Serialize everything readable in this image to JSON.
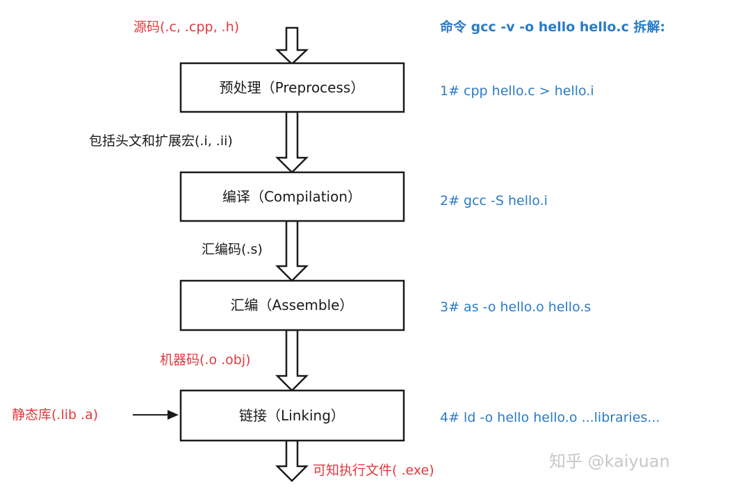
{
  "source_label": "源码(.c, .cpp, .h)",
  "command_title": "命令 gcc -v -o hello hello.c 拆解:",
  "stages": [
    {
      "label": "预处理（Preprocess）",
      "command": "1# cpp hello.c > hello.i"
    },
    {
      "label": "编译（Compilation）",
      "command": "2# gcc -S hello.i"
    },
    {
      "label": "汇编（Assemble）",
      "command": "3# as -o hello.o hello.s"
    },
    {
      "label": "链接（Linking）",
      "command": "4# ld -o hello hello.o ...libraries..."
    }
  ],
  "intermediate_labels": [
    "包括头文和扩展宏(.i, .ii)",
    "汇编码(.s)",
    "机器码(.o .obj)"
  ],
  "static_lib_label": "静态库(.lib .a)",
  "output_label": "可知执行文件( .exe)",
  "watermark": "知乎 @kaiyuan",
  "colors": {
    "red": "#e0393e",
    "blue": "#2a7bc5",
    "text": "#1a1a1a",
    "line": "#1a1a1a"
  }
}
